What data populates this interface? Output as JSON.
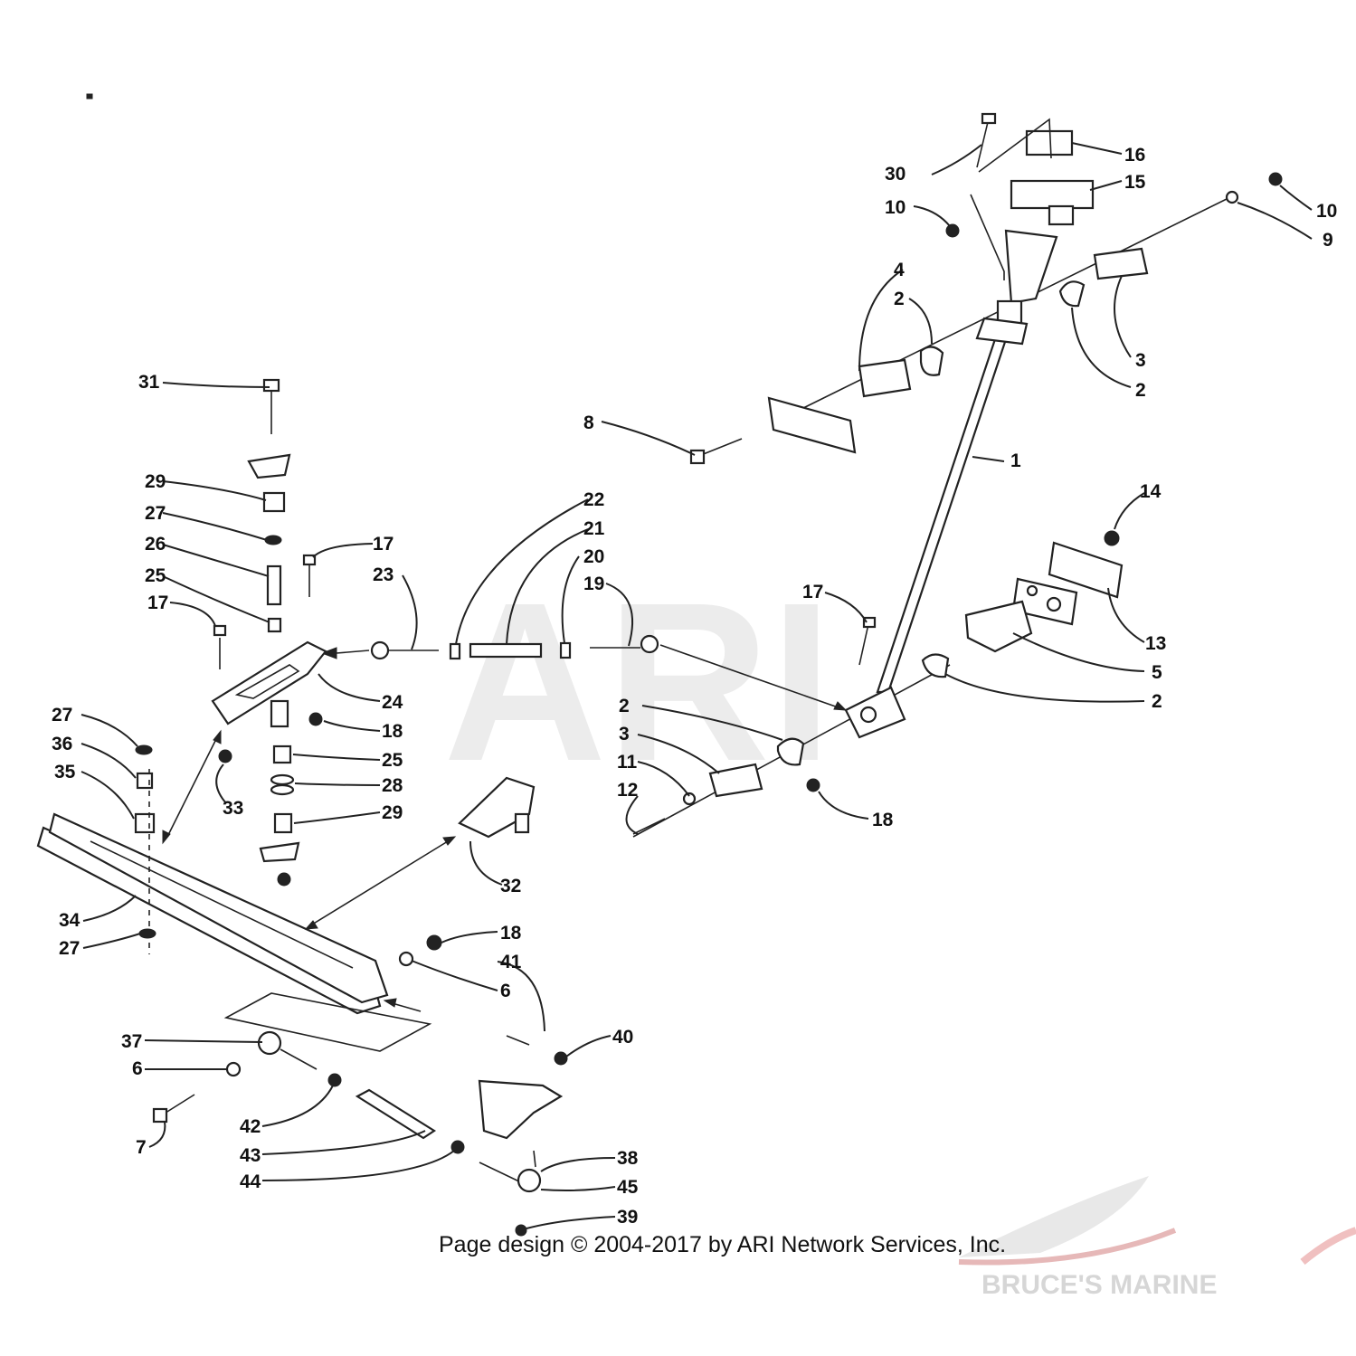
{
  "watermark": {
    "text": "ARI"
  },
  "copyright": "Page design © 2004-2017 by ARI Network Services, Inc.",
  "brand": {
    "name": "BRUCE'S MARINE",
    "accent": "#e03a3a"
  },
  "callouts": [
    {
      "id": "c1",
      "label": "1"
    },
    {
      "id": "c2a",
      "label": "2"
    },
    {
      "id": "c2b",
      "label": "2"
    },
    {
      "id": "c2c",
      "label": "2"
    },
    {
      "id": "c2d",
      "label": "2"
    },
    {
      "id": "c3a",
      "label": "3"
    },
    {
      "id": "c3b",
      "label": "3"
    },
    {
      "id": "c4",
      "label": "4"
    },
    {
      "id": "c5",
      "label": "5"
    },
    {
      "id": "c6a",
      "label": "6"
    },
    {
      "id": "c6b",
      "label": "6"
    },
    {
      "id": "c7",
      "label": "7"
    },
    {
      "id": "c8",
      "label": "8"
    },
    {
      "id": "c9",
      "label": "9"
    },
    {
      "id": "c10a",
      "label": "10"
    },
    {
      "id": "c10b",
      "label": "10"
    },
    {
      "id": "c11",
      "label": "11"
    },
    {
      "id": "c12",
      "label": "12"
    },
    {
      "id": "c13",
      "label": "13"
    },
    {
      "id": "c14",
      "label": "14"
    },
    {
      "id": "c15",
      "label": "15"
    },
    {
      "id": "c16",
      "label": "16"
    },
    {
      "id": "c17a",
      "label": "17"
    },
    {
      "id": "c17b",
      "label": "17"
    },
    {
      "id": "c17c",
      "label": "17"
    },
    {
      "id": "c18a",
      "label": "18"
    },
    {
      "id": "c18b",
      "label": "18"
    },
    {
      "id": "c18c",
      "label": "18"
    },
    {
      "id": "c19",
      "label": "19"
    },
    {
      "id": "c20",
      "label": "20"
    },
    {
      "id": "c21",
      "label": "21"
    },
    {
      "id": "c22",
      "label": "22"
    },
    {
      "id": "c23",
      "label": "23"
    },
    {
      "id": "c24",
      "label": "24"
    },
    {
      "id": "c25a",
      "label": "25"
    },
    {
      "id": "c25b",
      "label": "25"
    },
    {
      "id": "c26",
      "label": "26"
    },
    {
      "id": "c27a",
      "label": "27"
    },
    {
      "id": "c27b",
      "label": "27"
    },
    {
      "id": "c27c",
      "label": "27"
    },
    {
      "id": "c28",
      "label": "28"
    },
    {
      "id": "c29a",
      "label": "29"
    },
    {
      "id": "c29b",
      "label": "29"
    },
    {
      "id": "c30",
      "label": "30"
    },
    {
      "id": "c31",
      "label": "31"
    },
    {
      "id": "c32",
      "label": "32"
    },
    {
      "id": "c33",
      "label": "33"
    },
    {
      "id": "c34",
      "label": "34"
    },
    {
      "id": "c35",
      "label": "35"
    },
    {
      "id": "c36",
      "label": "36"
    },
    {
      "id": "c37",
      "label": "37"
    },
    {
      "id": "c38",
      "label": "38"
    },
    {
      "id": "c39",
      "label": "39"
    },
    {
      "id": "c40",
      "label": "40"
    },
    {
      "id": "c41",
      "label": "41"
    },
    {
      "id": "c42",
      "label": "42"
    },
    {
      "id": "c43",
      "label": "43"
    },
    {
      "id": "c44",
      "label": "44"
    },
    {
      "id": "c45",
      "label": "45"
    }
  ]
}
